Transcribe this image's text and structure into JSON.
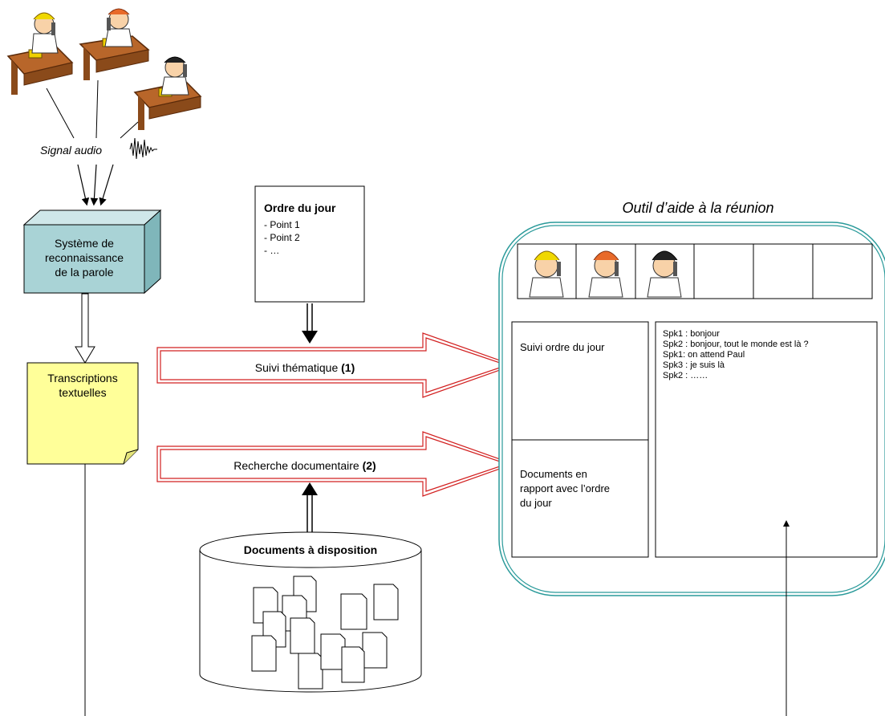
{
  "audio": {
    "label": "Signal audio"
  },
  "asr": {
    "label_lines": [
      "Système de",
      "reconnaissance",
      "de la parole"
    ]
  },
  "transcriptions": {
    "label_lines": [
      "Transcriptions",
      "textuelles"
    ]
  },
  "agenda_doc": {
    "title": "Ordre du jour",
    "items": [
      "- Point 1",
      "- Point 2",
      "- …"
    ]
  },
  "arrows": {
    "thematic": {
      "label": "Suivi thématique ",
      "number": "(1)"
    },
    "documentary": {
      "label": "Recherche documentaire ",
      "number": "(2)"
    }
  },
  "database": {
    "label": "Documents à disposition"
  },
  "tool": {
    "title": "Outil d’aide à la réunion",
    "agenda_panel": "Suivi ordre du jour",
    "docs_panel_lines": [
      "Documents en",
      "rapport avec l’ordre",
      "du jour"
    ],
    "transcript_lines": [
      "Spk1 : bonjour",
      "Spk2 : bonjour, tout le monde est là ?",
      "Spk1: on attend Paul",
      "Spk3 : je suis là",
      "Spk2 : ……"
    ]
  },
  "colors": {
    "asr_fill": "#a9d3d6",
    "note_fill": "#ffff99",
    "tool_border": "#2a9a9a",
    "arrow_red": "#d22020"
  }
}
